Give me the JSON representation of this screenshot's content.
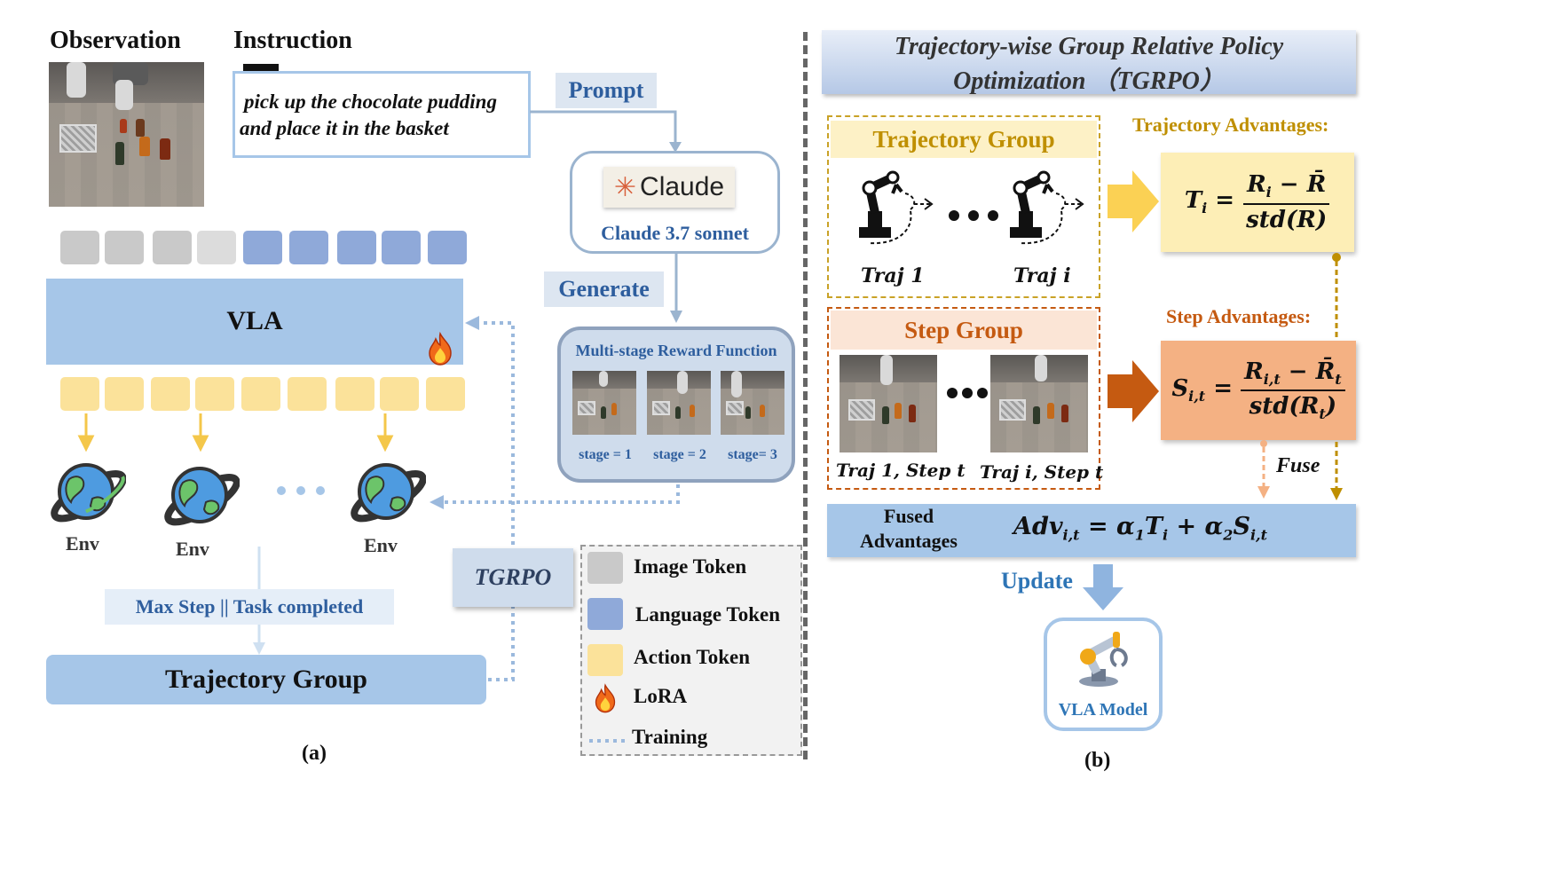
{
  "panel_a": {
    "observation_label": "Observation",
    "instruction_label": "Instruction",
    "instruction_text_line1": "pick up the chocolate pudding",
    "instruction_text_line2": "and place it in the basket",
    "prompt_label": "Prompt",
    "claude_logo_text": "Claude",
    "claude_model": "Claude 3.7 sonnet",
    "generate_label": "Generate",
    "reward_title": "Multi-stage Reward Function",
    "stages": [
      "stage = 1",
      "stage = 2",
      "stage= 3"
    ],
    "vla_label": "VLA",
    "env_labels": [
      "Env",
      "Env",
      "Env"
    ],
    "max_step_label": "Max Step || Task completed",
    "trajectory_group_label": "Trajectory Group",
    "tgrpo_tag": "TGRPO",
    "caption": "(a)"
  },
  "legend": {
    "items": [
      {
        "label": "Image Token",
        "color": "#c9c9c9"
      },
      {
        "label": "Language Token",
        "color": "#8fa9d9"
      },
      {
        "label": "Action Token",
        "color": "#fbe29a"
      },
      {
        "label": "LoRA",
        "icon": "fire-icon"
      },
      {
        "label": "Training",
        "icon": "dotted-line-icon"
      }
    ]
  },
  "panel_b": {
    "title_line1": "Trajectory-wise Group Relative Policy",
    "title_line2": "Optimization （TGRPO）",
    "traj_group_label": "Trajectory Group",
    "traj_labels": [
      "Traj 1",
      "Traj i"
    ],
    "traj_adv_label": "Trajectory Advantages:",
    "step_group_label": "Step Group",
    "step_labels": [
      "Traj 1, Step t",
      "Traj i, Step t"
    ],
    "step_adv_label": "Step Advantages:",
    "fuse_label": "Fuse",
    "fused_label_line1": "Fused",
    "fused_label_line2": "Advantages",
    "update_label": "Update",
    "vla_model_label": "VLA Model",
    "caption": "(b)"
  },
  "colors": {
    "light_blue": "#a6c6e8",
    "mid_blue": "#8fb4df",
    "trajectory_yellow": "#fbe29a",
    "step_orange": "#f4b183",
    "dark_orange_arrow": "#c55a11",
    "title_blue_text": "#2e5e9e"
  }
}
